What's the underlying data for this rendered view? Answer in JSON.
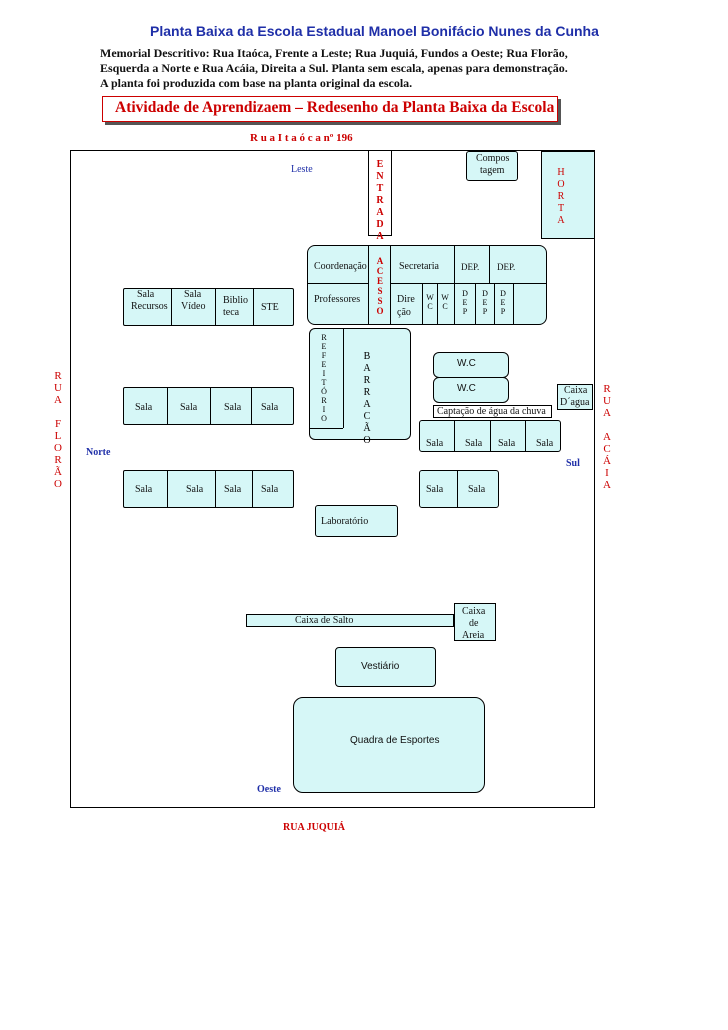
{
  "header": {
    "title": "Planta Baixa da Escola Estadual  Manoel Bonifácio Nunes da Cunha",
    "memorial_lines": [
      "Memorial Descritivo: Rua Itaóca, Frente a Leste; Rua Juquiá, Fundos a Oeste; Rua Florão,",
      "Esquerda a Norte e Rua Acáia, Direita a Sul.  Planta sem escala, apenas para demonstração.",
      "A planta foi produzida com base na planta original da escola."
    ],
    "activity_banner": "Atividade de Aprendizaem – Redesenho da Planta Baixa da Escola"
  },
  "streets": {
    "top": "R u a  I t a ó c a   nº  196",
    "bottom": "RUA JUQUIÁ",
    "left": [
      "R",
      "U",
      "A",
      "",
      "F",
      "L",
      "O",
      "R",
      "Ã",
      "O"
    ],
    "right": [
      "R",
      "U",
      "A",
      "",
      "A",
      "C",
      "Á",
      "I",
      "A"
    ]
  },
  "directions": {
    "east": "Leste",
    "west": "Oeste",
    "north": "Norte",
    "south": "Sul"
  },
  "vertical_labels": {
    "entrada": [
      "E",
      "N",
      "T",
      "R",
      "A",
      "D",
      "A"
    ],
    "acesso": [
      "A",
      "C",
      "E",
      "S",
      "S",
      "O"
    ],
    "horta": [
      "H",
      "O",
      "R",
      "T",
      "A"
    ],
    "refeitorio": [
      "R",
      "E",
      "F",
      "E",
      "I",
      "T",
      "Ó",
      "R",
      "I",
      "O"
    ],
    "barracao": [
      "B",
      "A",
      "R",
      "R",
      "A",
      "C",
      "Ã",
      "O"
    ]
  },
  "rooms": {
    "compostagem": [
      "Compos",
      "tagem"
    ],
    "coordenacao": "Coordenação",
    "secretaria": "Secretaria",
    "dep1": "DEP.",
    "dep2": "DEP.",
    "professores": "Professores",
    "direcao": [
      "Dire",
      "ção"
    ],
    "wc_small": [
      "W",
      "C"
    ],
    "dep_small": [
      "D",
      "E",
      "P"
    ],
    "sala_recursos": [
      "Sala",
      "Recursos"
    ],
    "sala_video": [
      "Sala",
      "Vídeo"
    ],
    "biblioteca": [
      "Biblio",
      "teca"
    ],
    "ste": "STE",
    "sala": "Sala",
    "wc": "W.C",
    "caixa_dagua": [
      "Caixa",
      "D´agua"
    ],
    "captacao": "Captação de água da chuva",
    "laboratorio": "Laboratório",
    "caixa_salto": "Caixa de Salto",
    "caixa_areia": [
      "Caixa",
      "de",
      "Areia"
    ],
    "vestiario": "Vestiário",
    "quadra": "Quadra de Esportes"
  }
}
